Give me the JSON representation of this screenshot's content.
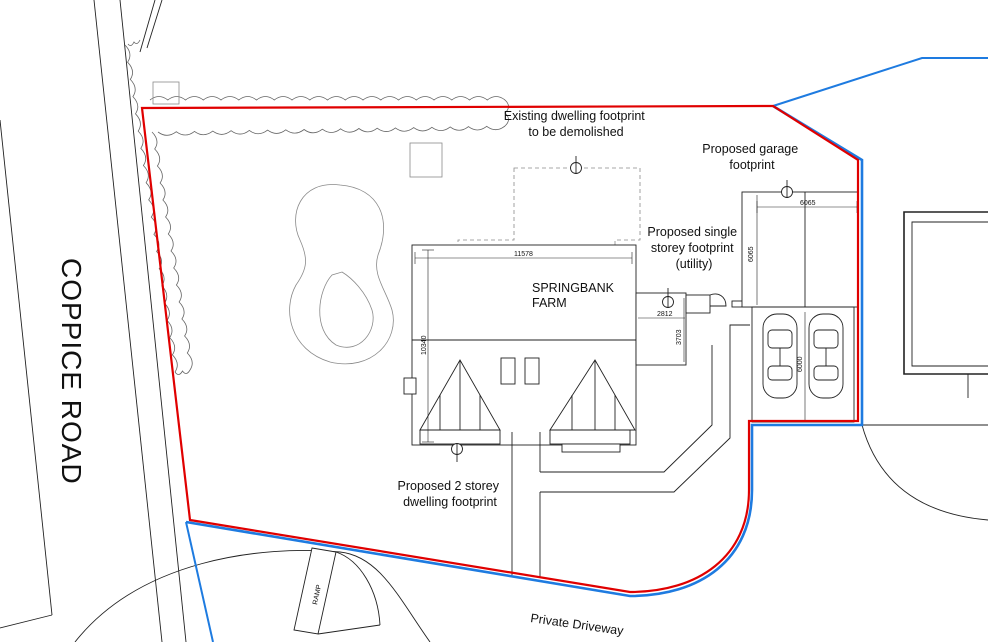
{
  "labels": {
    "road_name": "COPPICE ROAD",
    "existing_dwelling": [
      "Existing dwelling footprint",
      "to be demolished"
    ],
    "proposed_garage": [
      "Proposed garage",
      "footprint"
    ],
    "proposed_single": [
      "Proposed single",
      "storey footprint",
      "(utility)"
    ],
    "farm_name": [
      "SPRINGBANK",
      "FARM"
    ],
    "proposed_dwelling": [
      "Proposed 2 storey",
      "dwelling footprint"
    ],
    "driveway": "Private Driveway",
    "ramp": "RAMP"
  },
  "dimensions": {
    "house_width": "11578",
    "house_depth": "10340",
    "utility_width": "2812",
    "utility_depth": "3703",
    "garage_width": "6065",
    "garage_depth_a": "6065",
    "garage_depth_b": "6000"
  },
  "colors": {
    "site_boundary": "#e00000",
    "ownership_line": "#1e7be0",
    "linework": "#222222",
    "hidden_linework": "#8a8a8a"
  }
}
